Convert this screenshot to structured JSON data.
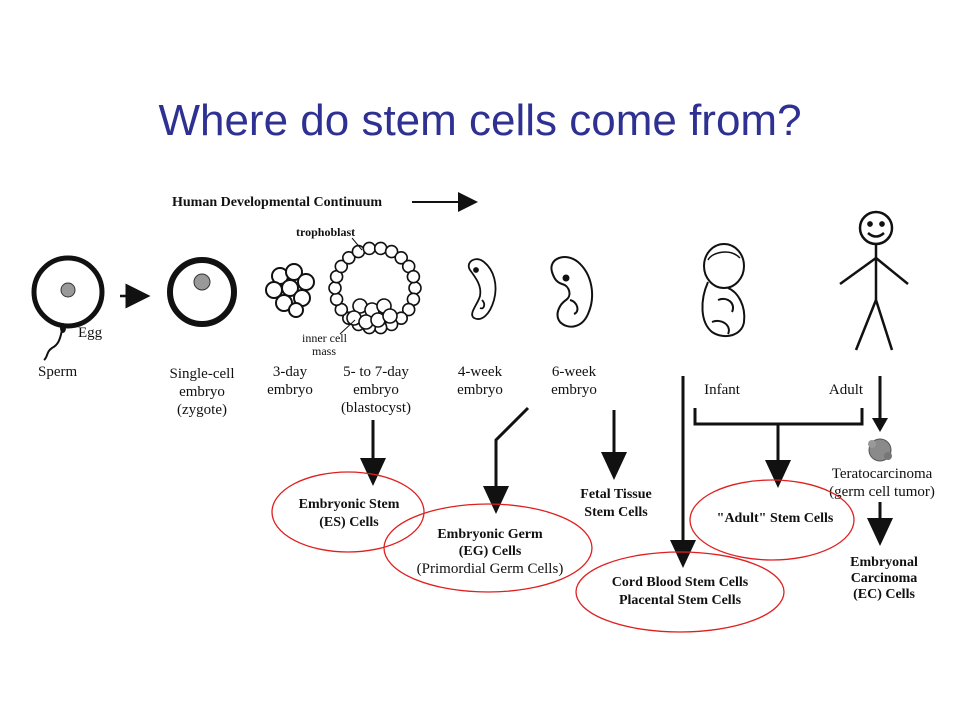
{
  "title": "Where do stem cells come from?",
  "continuum_label": "Human Developmental Continuum",
  "stages": {
    "sperm": "Sperm",
    "egg": "Egg",
    "single_cell": [
      "Single-cell",
      "embryo",
      "(zygote)"
    ],
    "three_day": [
      "3-day",
      "embryo"
    ],
    "blastocyst": [
      "5- to 7-day",
      "embryo",
      "(blastocyst)"
    ],
    "trophoblast": "trophoblast",
    "inner_cell_mass": [
      "inner cell",
      "mass"
    ],
    "four_week": [
      "4-week",
      "embryo"
    ],
    "six_week": [
      "6-week",
      "embryo"
    ],
    "infant": "Infant",
    "adult": "Adult"
  },
  "sources": {
    "es": [
      "Embryonic Stem",
      "(ES)  Cells"
    ],
    "eg": [
      "Embryonic Germ",
      "(EG)  Cells",
      "(Primordial Germ Cells)"
    ],
    "fetal": [
      "Fetal Tissue",
      "Stem Cells"
    ],
    "cord": [
      "Cord Blood Stem Cells",
      "Placental Stem  Cells"
    ],
    "adult": "\"Adult\" Stem  Cells",
    "terato": [
      "Teratocarcinoma",
      "(germ cell tumor)"
    ],
    "ec": [
      "Embryonal",
      "Carcinoma",
      "(EC) Cells"
    ]
  },
  "colors": {
    "title": "#2e3192",
    "highlight": "#e02020",
    "ink": "#111111"
  }
}
